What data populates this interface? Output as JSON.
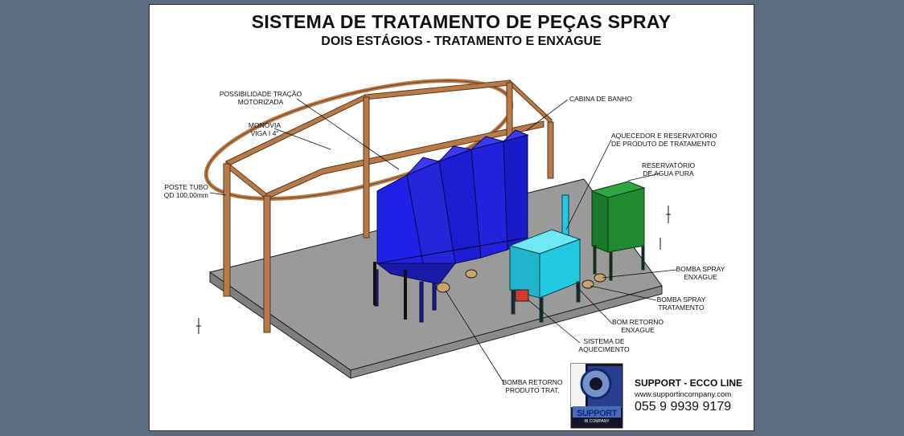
{
  "title": "SISTEMA DE TRATAMENTO DE PEÇAS SPRAY",
  "subtitle": "DOIS ESTÁGIOS - TRATAMENTO E ENXAGUE",
  "labels": {
    "tracao": [
      "POSSIBILIDADE TRAÇÃO",
      "MOTORIZADA"
    ],
    "monovia": [
      "MONOVIA",
      "VIGA I 4\""
    ],
    "poste": [
      "POSTE TUBO",
      "QD 100,00mm"
    ],
    "cabina": [
      "CABINA DE BANHO"
    ],
    "aquecedor": [
      "AQUECEDOR E RESERVATÓRIO",
      "DE PRODUTO DE TRATAMENTO"
    ],
    "reservatorio": [
      "RESERVATÓRIO",
      "DE AGUA PURA"
    ],
    "bomba_enxague": [
      "BOMBA SPRAY",
      "ENXAGUE"
    ],
    "bomba_tratamento": [
      "BOMBA SPRAY",
      "TRATAMENTO"
    ],
    "bomba_retorno_enxague": [
      "BOM RETORNO",
      "ENXAGUE"
    ],
    "sistema_aquecimento": [
      "SISTEMA DE",
      "AQUECIMENTO"
    ],
    "bomba_retorno_produto": [
      "BOMBA RETORNO",
      "PRODUTO TRAT."
    ]
  },
  "footer": {
    "company": "SUPPORT - ECCO LINE",
    "website": "www.supportincompany.com",
    "phone": "055 9 9939 9179",
    "logo_text": "SUPPORT",
    "logo_sub": "IN COMPANY"
  },
  "colors": {
    "background": "#5c6b80",
    "booth": "#1e1ee6",
    "frame": "#b87a48",
    "heater_tank": "#22c8e0",
    "water_tank": "#1f8a2e",
    "floor": "#9a9a9a",
    "pump_red": "#d23a2a"
  }
}
